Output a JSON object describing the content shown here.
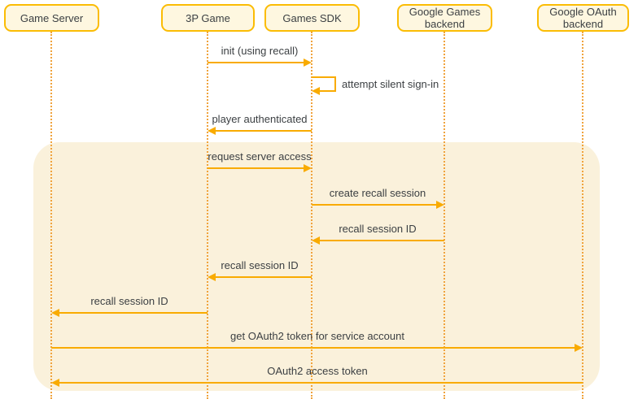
{
  "diagram": {
    "type": "sequence-diagram",
    "colors": {
      "arrow": "#F9AB00",
      "participant_border": "#FBBC04",
      "participant_fill": "#FEF7E0",
      "highlight_fill": "#FAF1DB",
      "lifeline": "#F0A33C",
      "text": "#3C4043",
      "background": "#FFFFFF"
    },
    "participants": [
      {
        "name": "Game Server"
      },
      {
        "name": "3P Game"
      },
      {
        "name": "Games SDK"
      },
      {
        "name": "Google Games backend"
      },
      {
        "name": "Google OAuth backend"
      }
    ],
    "messages": [
      {
        "from": "3P Game",
        "to": "Games SDK",
        "label": "init (using recall)",
        "direction": "right"
      },
      {
        "from": "Games SDK",
        "to": "Games SDK",
        "label": "attempt silent sign-in",
        "direction": "self"
      },
      {
        "from": "Games SDK",
        "to": "3P Game",
        "label": "player authenticated",
        "direction": "left"
      },
      {
        "from": "3P Game",
        "to": "Games SDK",
        "label": "request server access",
        "direction": "right",
        "in_highlight": true
      },
      {
        "from": "Games SDK",
        "to": "Google Games backend",
        "label": "create recall session",
        "direction": "right",
        "in_highlight": true
      },
      {
        "from": "Google Games backend",
        "to": "Games SDK",
        "label": "recall session ID",
        "direction": "left",
        "in_highlight": true
      },
      {
        "from": "Games SDK",
        "to": "3P Game",
        "label": "recall session ID",
        "direction": "left",
        "in_highlight": true
      },
      {
        "from": "3P Game",
        "to": "Game Server",
        "label": "recall session ID",
        "direction": "left",
        "in_highlight": true
      },
      {
        "from": "Game Server",
        "to": "Google OAuth backend",
        "label": "get OAuth2 token for service account",
        "direction": "right",
        "in_highlight": true
      },
      {
        "from": "Google OAuth backend",
        "to": "Game Server",
        "label": "OAuth2 access token",
        "direction": "left",
        "in_highlight": true
      }
    ]
  }
}
